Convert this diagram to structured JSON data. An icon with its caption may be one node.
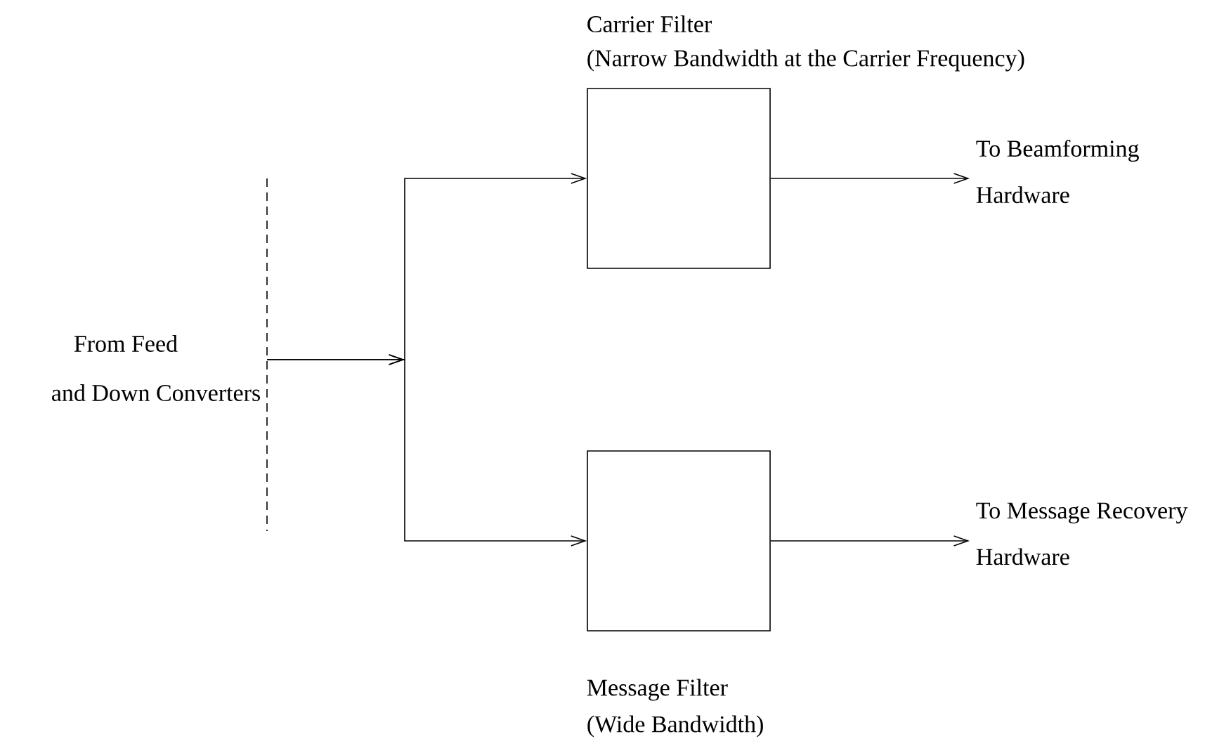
{
  "diagram": {
    "nodes": [
      {
        "text": [
          "From Feed",
          "and Down Converters"
        ]
      },
      {
        "text": [
          "Carrier Filter",
          "(Narrow Bandwidth at the Carrier Frequency)"
        ]
      },
      {
        "text": [
          "Message Filter",
          "(Wide Bandwidth)"
        ]
      },
      {
        "text": [
          "To Beamforming",
          "Hardware"
        ]
      },
      {
        "text": [
          "To Message Recovery",
          "Hardware"
        ]
      }
    ],
    "edges": [
      {
        "from": 0,
        "to": 1,
        "arrow": "to"
      },
      {
        "from": 0,
        "to": 2,
        "arrow": "to"
      },
      {
        "from": 1,
        "to": 3,
        "arrow": "to"
      },
      {
        "from": 2,
        "to": 4,
        "arrow": "to"
      }
    ]
  }
}
